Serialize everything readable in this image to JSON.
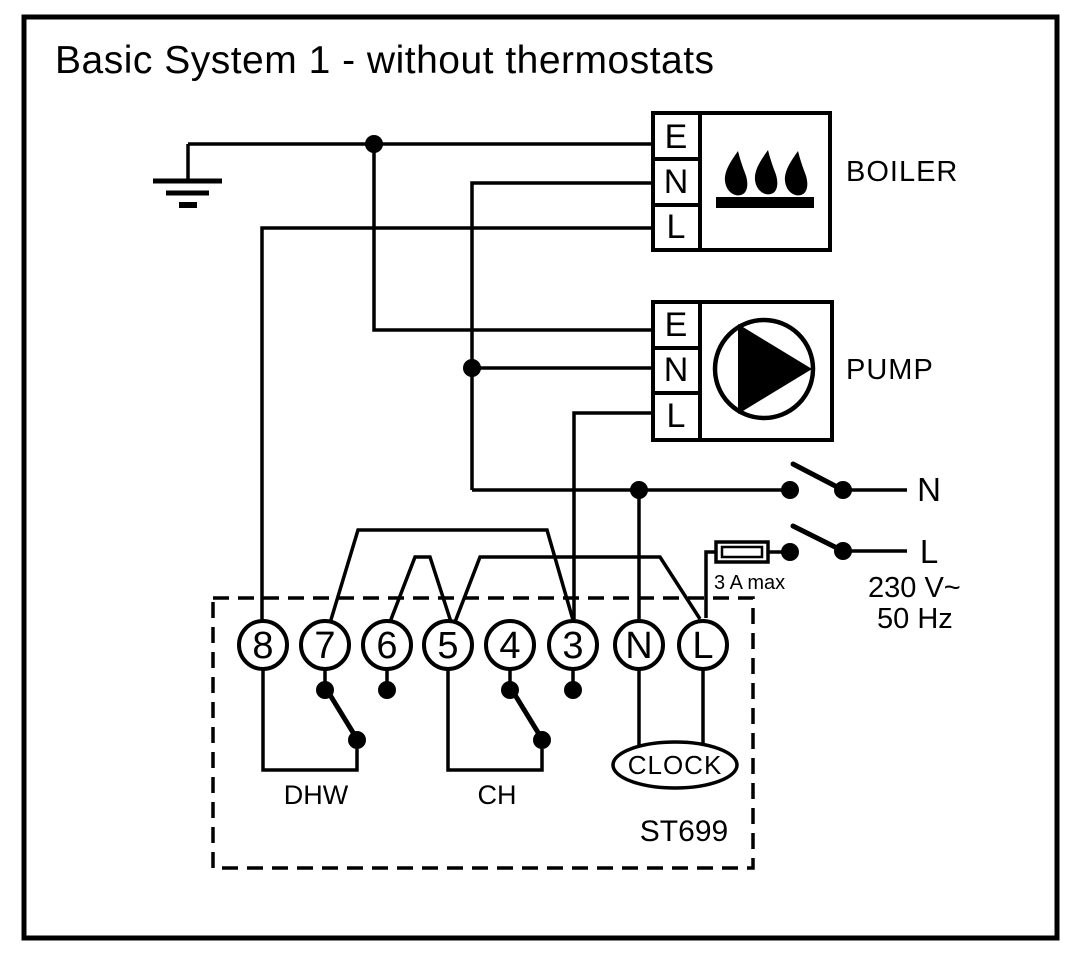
{
  "title": "Basic System 1 - without thermostats",
  "boiler": {
    "label": "BOILER",
    "terminals": [
      "E",
      "N",
      "L"
    ]
  },
  "pump": {
    "label": "PUMP",
    "terminals": [
      "E",
      "N",
      "L"
    ]
  },
  "supply": {
    "neutral_label": "N",
    "live_label": "L",
    "voltage": "230 V~",
    "frequency": "50 Hz",
    "fuse_rating": "3 A max"
  },
  "programmer": {
    "model": "ST699",
    "clock_label": "CLOCK",
    "terminals": [
      "8",
      "7",
      "6",
      "5",
      "4",
      "3",
      "N",
      "L"
    ],
    "dhw_label": "DHW",
    "ch_label": "CH"
  },
  "colors": {
    "ink": "#000000",
    "paper": "#ffffff"
  }
}
